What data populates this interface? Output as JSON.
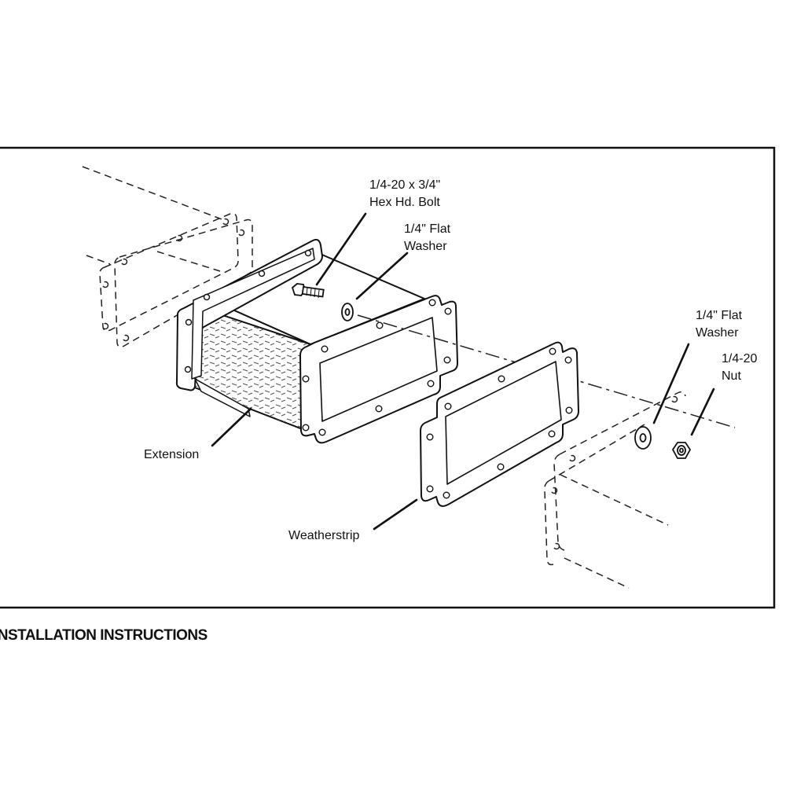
{
  "labels": {
    "bolt_line1": "1/4-20 x 3/4\"",
    "bolt_line2": "Hex Hd. Bolt",
    "washer_top_line1": "1/4\" Flat",
    "washer_top_line2": "Washer",
    "washer_right_line1": "1/4\" Flat",
    "washer_right_line2": "Washer",
    "nut_line1": "1/4-20",
    "nut_line2": "Nut",
    "extension": "Extension",
    "weatherstrip": "Weatherstrip"
  },
  "section_heading": "INSTALLATION INSTRUCTIONS"
}
